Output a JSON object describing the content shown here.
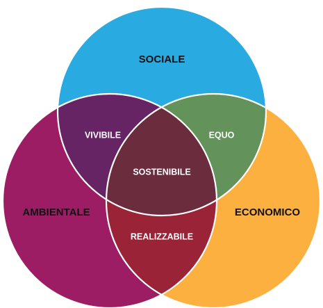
{
  "diagram": {
    "circles": {
      "sociale": {
        "label": "SOCIALE",
        "color": "#29abe2"
      },
      "ambientale": {
        "label": "AMBIENTALE",
        "color": "#9c1d63"
      },
      "economico": {
        "label": "ECONOMICO",
        "color": "#fbb040"
      }
    },
    "intersections": {
      "vivibile": {
        "label": "VIVIBILE",
        "color": "#662465"
      },
      "equo": {
        "label": "EQUO",
        "color": "#63925a"
      },
      "realizzabile": {
        "label": "REALIZZABILE",
        "color": "#9b2338"
      },
      "sostenibile": {
        "label": "SOSTENIBILE",
        "color": "#6b2c3e"
      }
    },
    "outline_color": "#ffffff"
  }
}
